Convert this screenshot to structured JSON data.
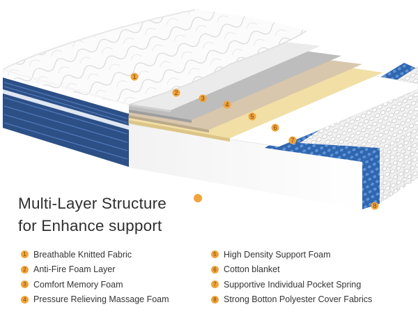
{
  "title": {
    "line1": "Multi-Layer Structure",
    "line2": "for Enhance support"
  },
  "colors": {
    "accent": "#f2a33a",
    "blue_foam": "#2f66b0",
    "text": "#2f2f2f"
  },
  "markers": [
    "1",
    "2",
    "3",
    "4",
    "5",
    "6",
    "7",
    "8"
  ],
  "legend": {
    "left": [
      {
        "num": "1",
        "label": "Breathable Knitted Fabric"
      },
      {
        "num": "2",
        "label": "Anti-Fire Foam Layer"
      },
      {
        "num": "3",
        "label": "Comfort Memory Foam"
      },
      {
        "num": "4",
        "label": "Pressure Relieving Massage Foam"
      }
    ],
    "right": [
      {
        "num": "5",
        "label": "High Density Support Foam"
      },
      {
        "num": "6",
        "label": "Cotton blanket"
      },
      {
        "num": "7",
        "label": "Supportive Individual Pocket Spring"
      },
      {
        "num": "8",
        "label": "Strong Botton Polyester Cover Fabrics"
      }
    ]
  }
}
